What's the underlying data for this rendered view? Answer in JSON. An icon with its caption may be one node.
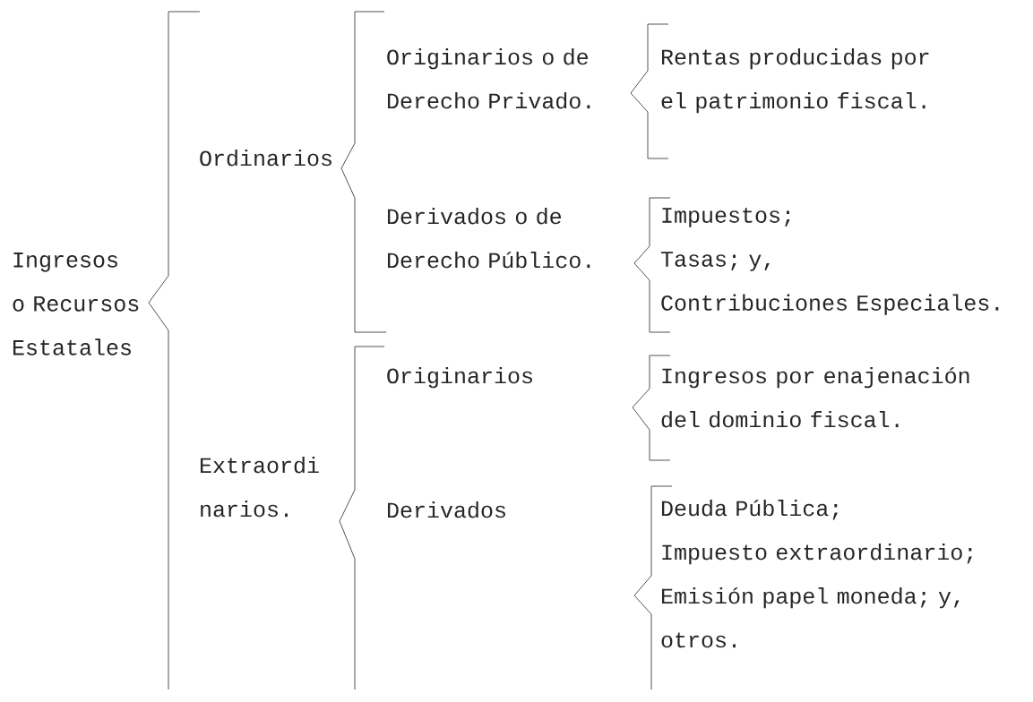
{
  "diagram": {
    "nodes": [
      {
        "text": [
          "Ingresos o Recursos Estatales"
        ]
      },
      {
        "text": [
          "Ordinarios"
        ]
      },
      {
        "text": [
          "Extraordi narios."
        ]
      },
      {
        "text": [
          "Originarios o de Derecho Privado."
        ]
      },
      {
        "text": [
          "Derivados o de Derecho Público."
        ]
      },
      {
        "text": [
          "Originarios"
        ]
      },
      {
        "text": [
          "Derivados"
        ]
      },
      {
        "text": [
          "Rentas producidas por el patrimonio fiscal."
        ]
      },
      {
        "text": [
          "Impuestos;",
          "Tasas; y,",
          "Contribuciones Especiales."
        ]
      },
      {
        "text": [
          "Ingresos por enajenación del dominio fiscal."
        ]
      },
      {
        "text": [
          "Deuda Pública;",
          "Impuesto extraordinario;",
          "Emisión papel moneda; y,",
          "otros."
        ]
      }
    ]
  }
}
